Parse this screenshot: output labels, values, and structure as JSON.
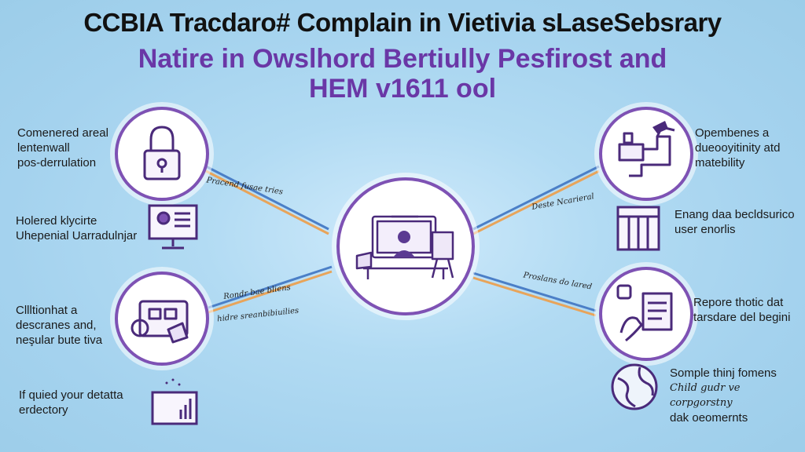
{
  "title": {
    "line1": "CCBIA Tracdaro# Complain in Vietivia sLaseSebsrary",
    "line2": "Natire in Owslhord Bertiully Pesfirost and",
    "line3": "HEM v1611 ool"
  },
  "left_items": [
    {
      "lines": [
        "Comenered areal",
        "lentenwall",
        "pos-derrulation"
      ]
    },
    {
      "lines": [
        "Holered klycirte",
        "Uhepenial Uarradulnjar"
      ]
    },
    {
      "lines": [
        "Cllltionhat a",
        "descranes and,",
        "neşular bute tiva"
      ]
    },
    {
      "lines": [
        "If quied your detatta",
        "erdectory"
      ]
    }
  ],
  "right_items": [
    {
      "lines": [
        "Opembenes a",
        "dueooyitinity atd",
        "matebility"
      ]
    },
    {
      "lines": [
        "Enang daa becldsurico",
        "user enorlis"
      ]
    },
    {
      "lines": [
        "Repore thotic dat",
        "tarsdare del begini"
      ]
    },
    {
      "lines": [
        "Somple thinj fomens",
        "Child gudr ve corpgorstny",
        "dak oeomernts"
      ]
    }
  ],
  "connector_labels": {
    "top_left": "Pracend fusae tries",
    "top_right": "Deste Ncarieral",
    "bottom_left_1": "Rondr bae bliens",
    "bottom_left_2": "hidre sreanbibiuilies",
    "bottom_right": "Proslans do lared"
  },
  "colors": {
    "background": "#a9d6f1",
    "accent_purple": "#6a37a6",
    "line_orange": "#e8a45a",
    "line_blue": "#4b7fc7"
  },
  "icons": {
    "center": "desk-workstation-icon",
    "top_left": "padlock-icon",
    "top_right": "machine-stamp-icon",
    "bottom_left": "documents-tablet-icon",
    "bottom_right": "document-hand-icon",
    "mid_left": "monitor-profile-icon",
    "mid_right": "building-storage-icon",
    "lower_left": "folder-chart-icon",
    "lower_right": "globe-sketch-icon"
  }
}
